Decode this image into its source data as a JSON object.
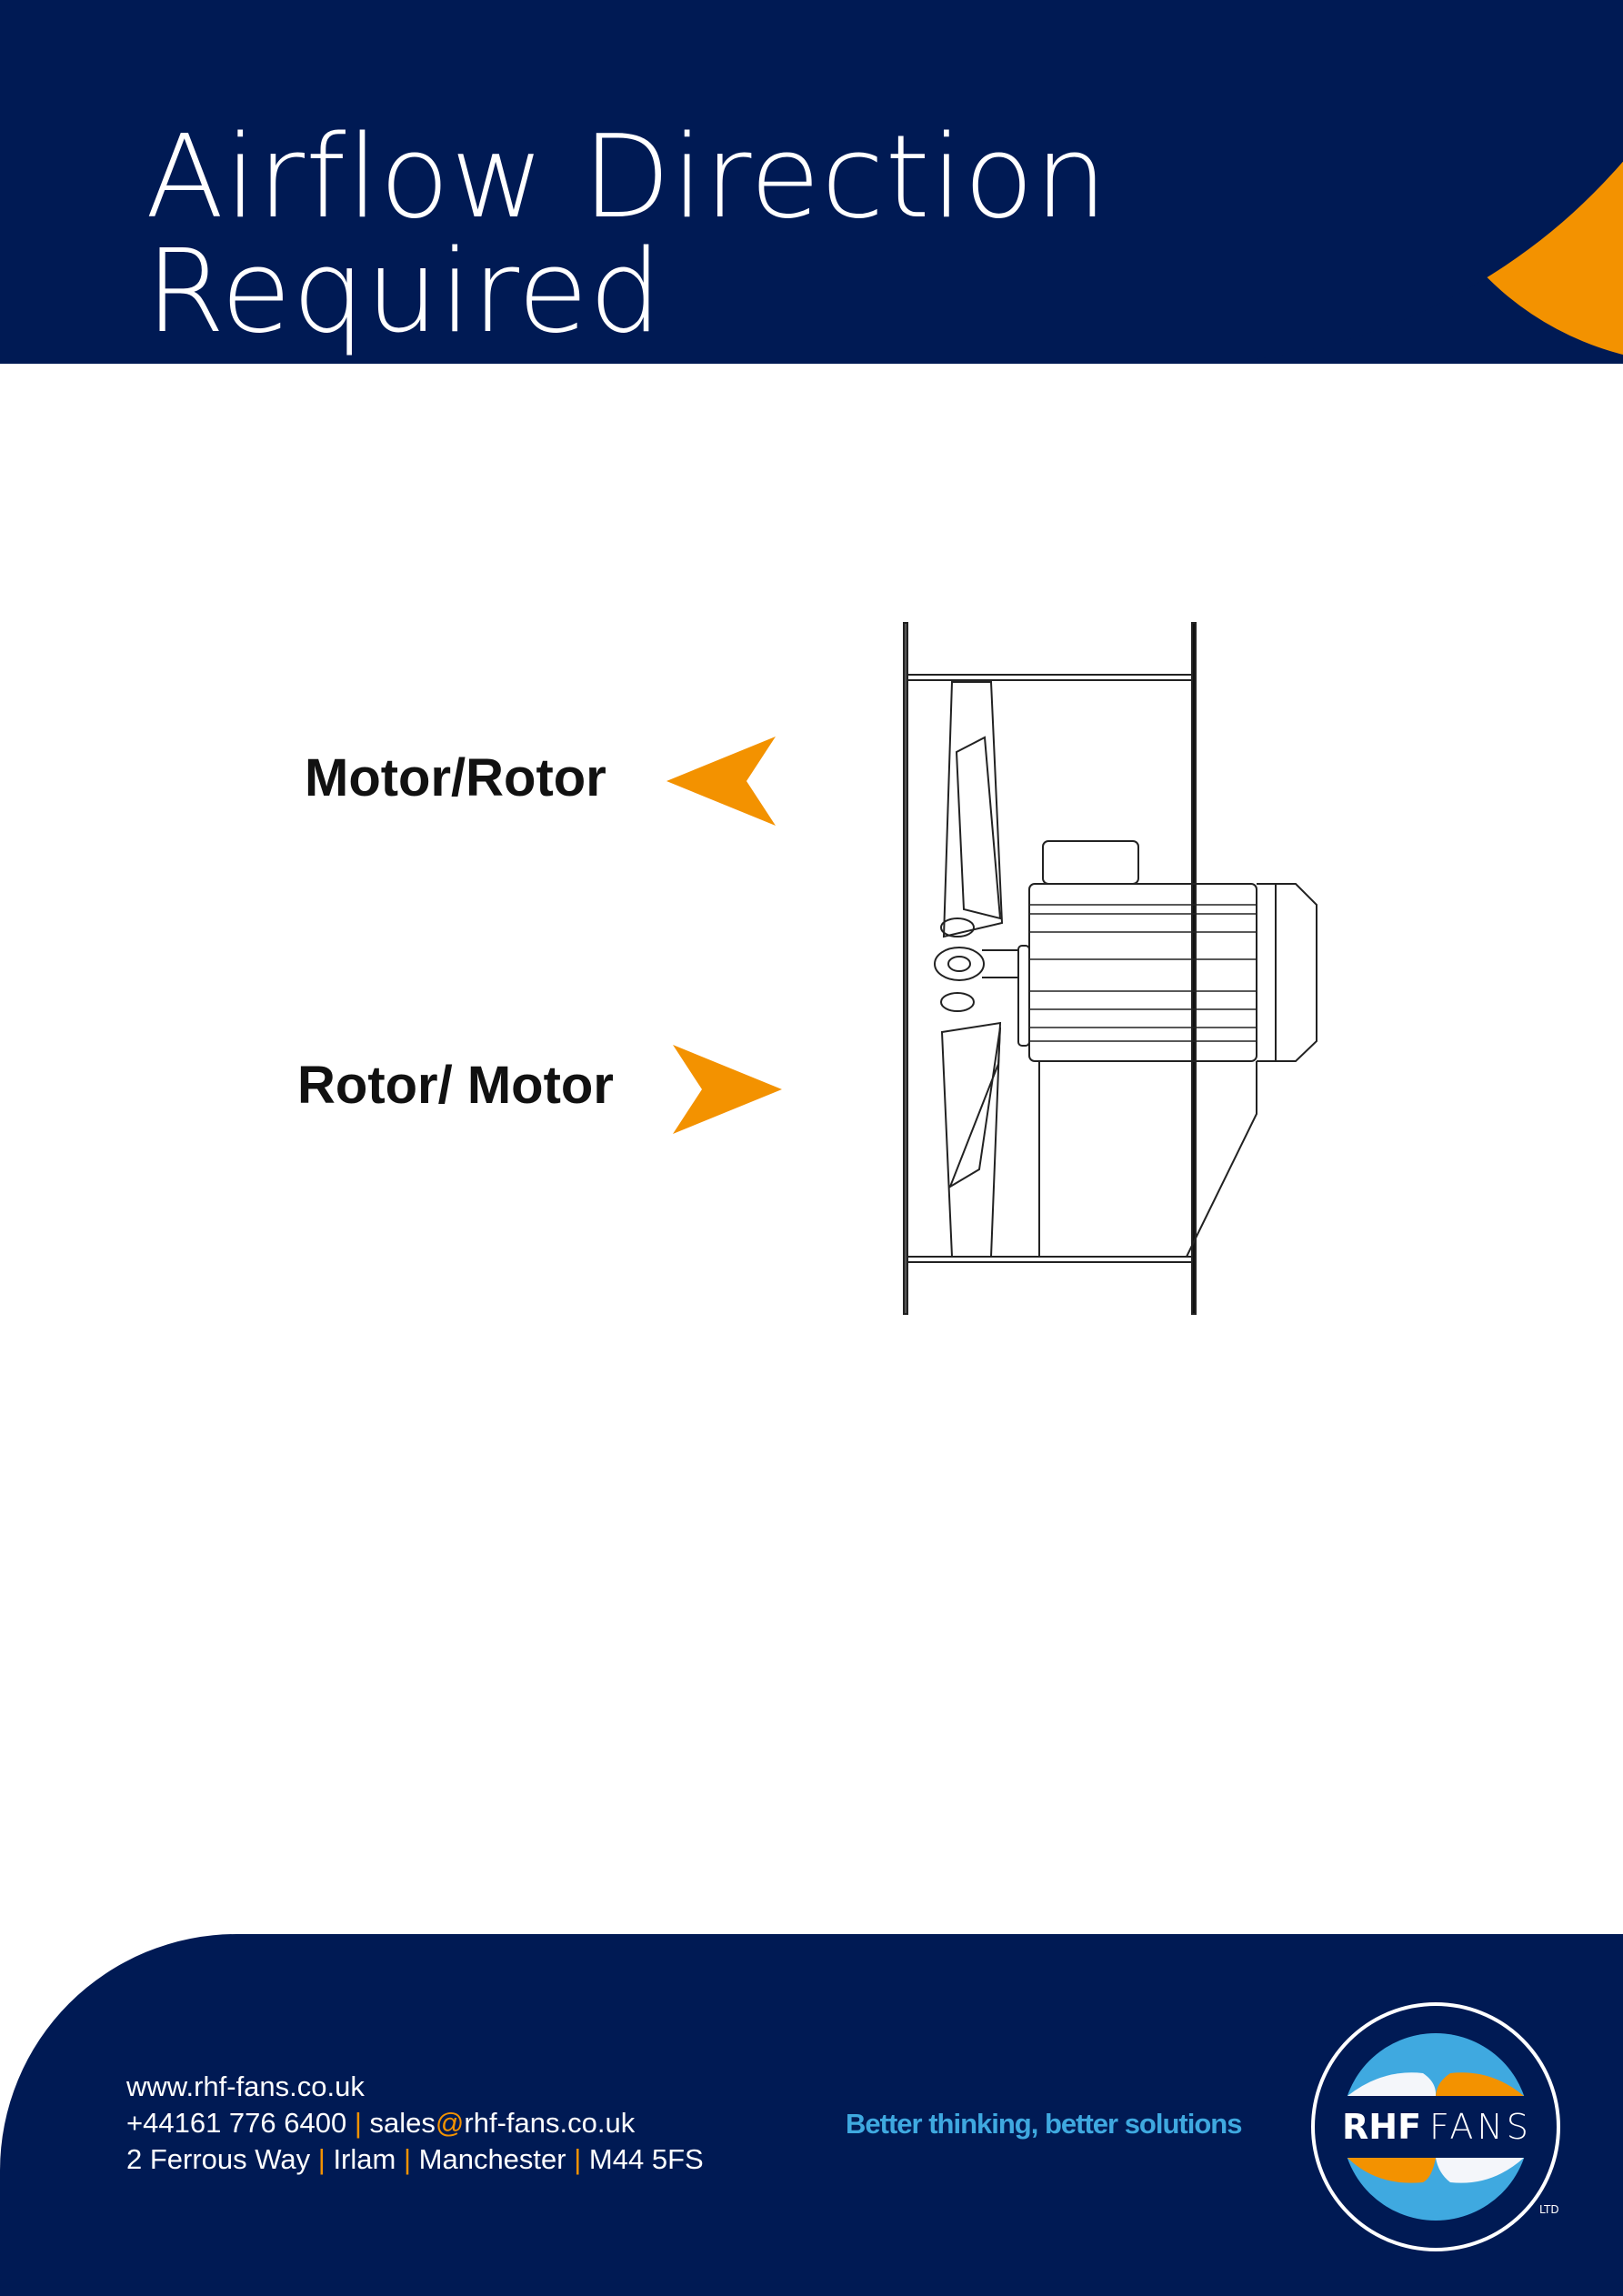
{
  "header": {
    "title": "Airflow Direction Required"
  },
  "options": [
    {
      "label": "Motor/Rotor",
      "arrow": "left"
    },
    {
      "label": "Rotor/ Motor",
      "arrow": "right"
    }
  ],
  "footer": {
    "website": "www.rhf-fans.co.uk",
    "phone": "+44161 776 6400",
    "email_user": "sales",
    "email_at": "@",
    "email_domain": "rhf-fans.co.uk",
    "address": [
      "2 Ferrous Way",
      "Irlam",
      "Manchester",
      "M44 5FS"
    ],
    "separator": "|",
    "tagline": "Better thinking, better solutions"
  },
  "logo": {
    "brand_bold": "RHF",
    "brand_light": "FANS",
    "suffix": "LTD"
  },
  "colors": {
    "navy": "#001a54",
    "orange": "#f39200",
    "blue": "#3fa9e0"
  }
}
